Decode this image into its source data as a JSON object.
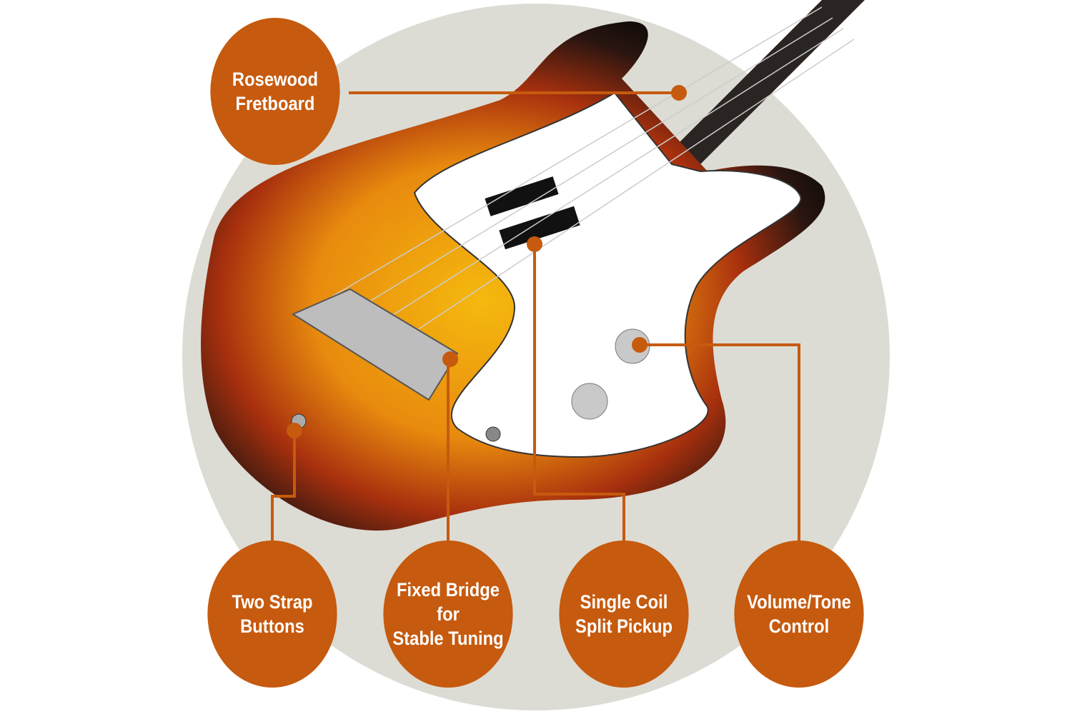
{
  "callouts": [
    {
      "id": "rosewood-fretboard",
      "label": "Rosewood\nFretboard"
    },
    {
      "id": "two-strap-buttons",
      "label": "Two Strap\nButtons"
    },
    {
      "id": "fixed-bridge",
      "label": "Fixed Bridge for\nStable Tuning"
    },
    {
      "id": "single-coil-split-pickup",
      "label": "Single Coil\nSplit Pickup"
    },
    {
      "id": "volume-tone-control",
      "label": "Volume/Tone\nControl"
    }
  ],
  "colors": {
    "accent": "#C65A0E",
    "background_circle": "#DCDCD4",
    "body_dark": "#1a1210",
    "sunburst_mid": "#C8501A",
    "sunburst_center": "#F2B10E",
    "pickguard": "#FFFFFF",
    "fretboard": "#2a2522"
  }
}
